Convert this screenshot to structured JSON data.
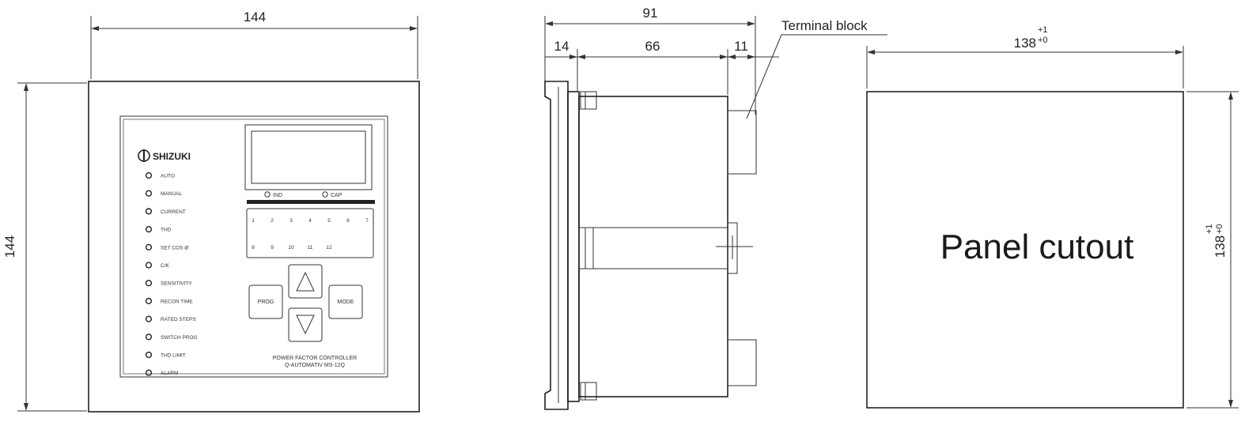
{
  "front_view": {
    "width_dim": "144",
    "height_dim": "144",
    "brand": "SHIZUKI",
    "indicators": [
      "AUTO",
      "MANUAL",
      "CURRENT",
      "THD",
      "SET COS Ø",
      "C/K",
      "SENSITIVITY",
      "RECON TIME",
      "RATED STEPS",
      "SWITCH PROG",
      "THD LIMIT",
      "ALARM"
    ],
    "display_ind": "IND",
    "display_cap": "CAP",
    "step_numbers_top": [
      "1",
      "2",
      "3",
      "4",
      "5",
      "6",
      "7"
    ],
    "step_numbers_bottom": [
      "8",
      "9",
      "10",
      "11",
      "12"
    ],
    "btn_prog": "PROG",
    "btn_mode": "MODE",
    "footer_line1": "POWER FACTOR CONTROLLER",
    "footer_line2": "Q-AUTOMATIV   MS-12Q"
  },
  "side_view": {
    "total_dim": "91",
    "dim_front": "14",
    "dim_body": "66",
    "dim_terminal": "11",
    "terminal_label": "Terminal block"
  },
  "cutout": {
    "label": "Panel cutout",
    "width_base": "138",
    "height_base": "138",
    "tol_plus": "+1",
    "tol_minus": "+0"
  }
}
